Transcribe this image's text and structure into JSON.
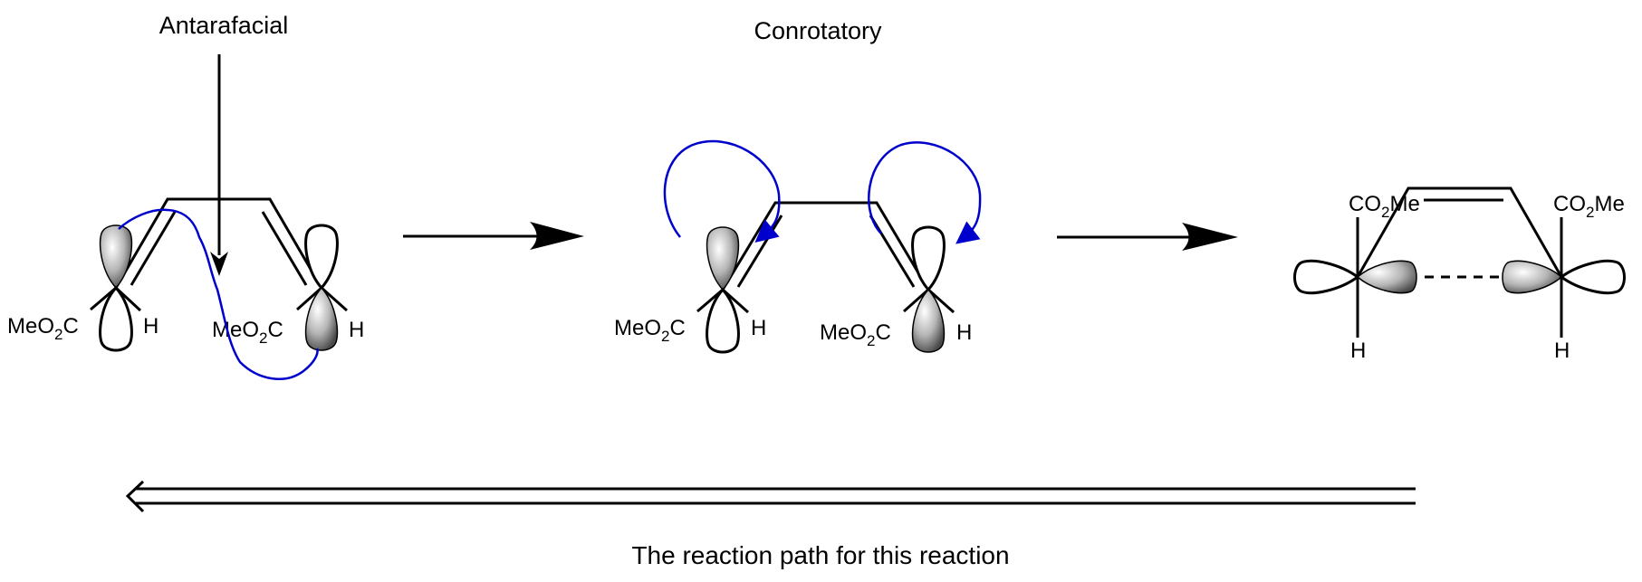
{
  "labels": {
    "top_left": "Antarafacial",
    "top_middle": "Conrotatory",
    "caption": "The reaction path for this reaction"
  },
  "substituents": {
    "ester_left": "MeO",
    "ester_sub": "2",
    "ester_right": "C",
    "h": "H",
    "co2me_a": "CO",
    "co2me_sub": "2",
    "co2me_b": "Me"
  },
  "arrows": [
    {
      "type": "reaction-forward",
      "from": "antarafacial-diene",
      "to": "conrotatory-diene"
    },
    {
      "type": "reaction-forward",
      "from": "conrotatory-diene",
      "to": "cyclized-product"
    },
    {
      "type": "retrosynthetic",
      "from": "cyclized-product",
      "to": "antarafacial-diene"
    }
  ],
  "colors": {
    "curly_arrow": "#0000cc",
    "lines": "#000000"
  }
}
